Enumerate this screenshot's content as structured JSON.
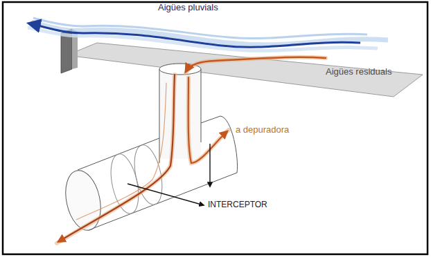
{
  "diagram": {
    "labels": [
      "Aigües pluvials",
      "Aigües residuals",
      "a depuradora",
      "INTERCEPTOR"
    ]
  }
}
